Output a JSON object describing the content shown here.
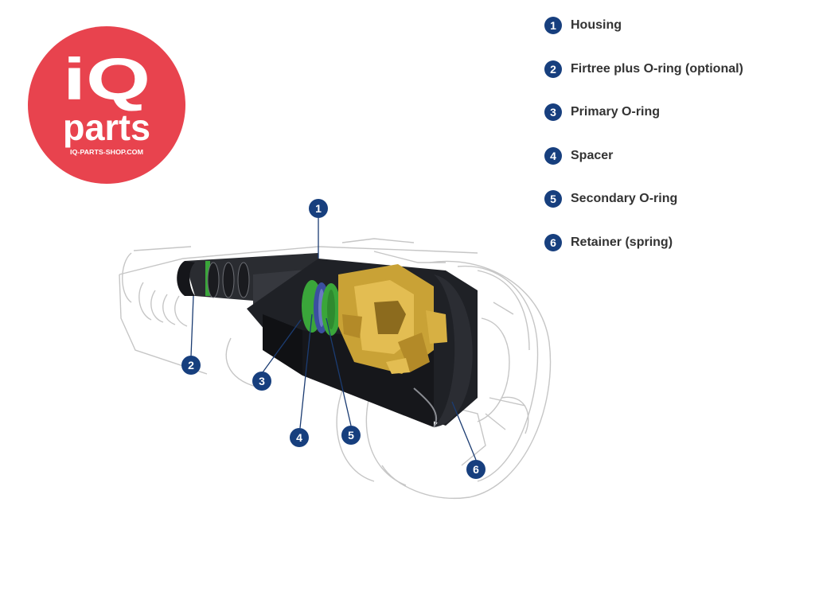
{
  "logo": {
    "line1": "iQ",
    "line2": "parts",
    "tagline": "IQ-PARTS-SHOP.COM",
    "background_color": "#e8434e"
  },
  "legend": [
    {
      "number": "1",
      "label": "Housing"
    },
    {
      "number": "2",
      "label": "Firtree plus O-ring (optional)"
    },
    {
      "number": "3",
      "label": "Primary O-ring"
    },
    {
      "number": "4",
      "label": "Spacer"
    },
    {
      "number": "5",
      "label": "Secondary O-ring"
    },
    {
      "number": "6",
      "label": "Retainer (spring)"
    }
  ],
  "callouts": [
    "1",
    "2",
    "3",
    "4",
    "5",
    "6"
  ],
  "colors": {
    "badge": "#173f7e",
    "housing": "#1f2126",
    "o_ring": "#3aa63a",
    "spacer": "#3b4fa0",
    "retainer": "#c9a236",
    "outline": "#c6c6c6"
  }
}
